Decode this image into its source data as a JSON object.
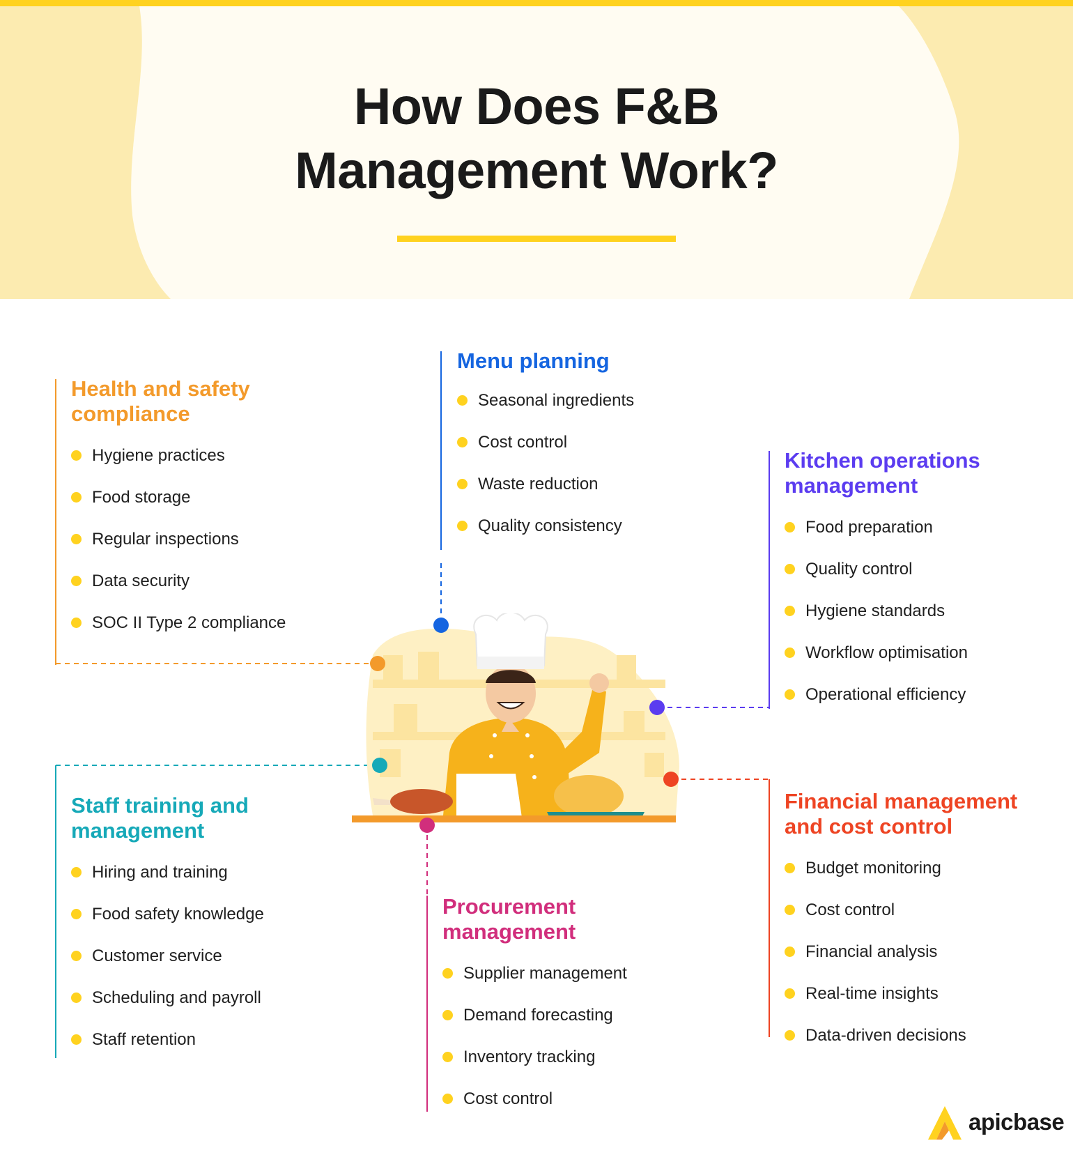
{
  "title_line1": "How Does F&B",
  "title_line2": "Management Work?",
  "colors": {
    "accent": "#FFD21F",
    "header_bg": "#FCEBB0",
    "header_blob": "#FFFCF2",
    "health": "#F39A2B",
    "menu": "#1565E0",
    "kitchen": "#5B3CF0",
    "staff": "#16A9B8",
    "financial": "#EE4423",
    "procurement": "#D12E7C"
  },
  "sections": {
    "health": {
      "title_line1": "Health and safety",
      "title_line2": "compliance",
      "items": [
        "Hygiene practices",
        "Food storage",
        "Regular inspections",
        "Data security",
        "SOC II Type 2 compliance"
      ]
    },
    "menu": {
      "title": "Menu planning",
      "items": [
        "Seasonal ingredients",
        "Cost control",
        "Waste reduction",
        "Quality consistency"
      ]
    },
    "kitchen": {
      "title_line1": "Kitchen operations",
      "title_line2": "management",
      "items": [
        "Food preparation",
        "Quality control",
        "Hygiene standards",
        "Workflow optimisation",
        "Operational efficiency"
      ]
    },
    "staff": {
      "title_line1": "Staff training and",
      "title_line2": "management",
      "items": [
        "Hiring and training",
        "Food safety knowledge",
        "Customer service",
        "Scheduling and payroll",
        "Staff retention"
      ]
    },
    "financial": {
      "title_line1": "Financial management",
      "title_line2": "and cost control",
      "items": [
        "Budget monitoring",
        "Cost control",
        "Financial analysis",
        "Real-time insights",
        "Data-driven decisions"
      ]
    },
    "procurement": {
      "title_line1": "Procurement",
      "title_line2": "management",
      "items": [
        "Supplier management",
        "Demand forecasting",
        "Inventory tracking",
        "Cost control"
      ]
    }
  },
  "brand": {
    "name": "apicbase",
    "icon": "apicbase-logo-icon"
  }
}
